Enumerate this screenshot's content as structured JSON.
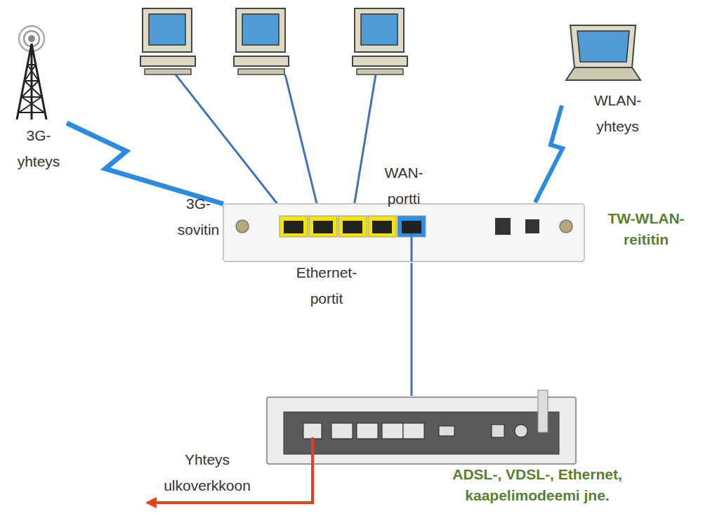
{
  "diagram": {
    "nodes": [
      {
        "text": [
          "3G-yhteys"
        ]
      },
      {
        "text": [
          "WLAN-yhteys"
        ]
      },
      {
        "text": [
          "TW-WLAN-reititin"
        ]
      },
      {
        "text": [
          "ADSL-, VDSL-, Ethernet, kaapelimodeemi jne."
        ]
      }
    ],
    "edges": [
      {
        "from": 0,
        "to": 2,
        "arrow": "none"
      },
      {
        "from": 1,
        "to": 2,
        "arrow": "none"
      },
      {
        "from": 2,
        "to": 3,
        "arrow": "none"
      }
    ],
    "labels": [
      "3G-sovitin",
      "WAN-portti",
      "Ethernet-portit",
      "Yhteys ulkoverkkoon"
    ]
  }
}
